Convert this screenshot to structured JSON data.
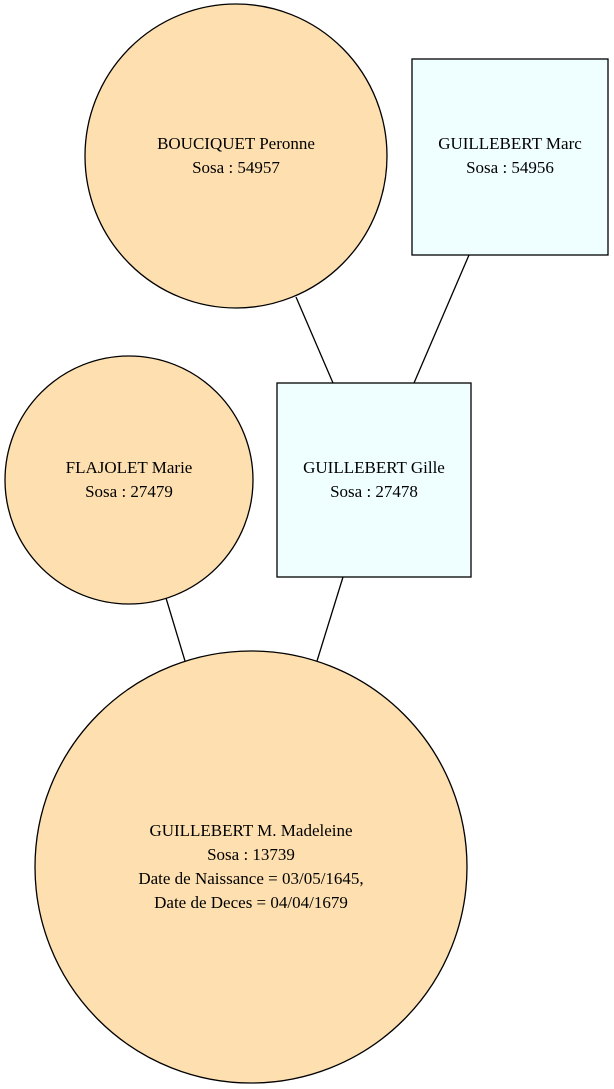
{
  "people": {
    "peronne": {
      "name": "BOUCIQUET Peronne",
      "sosa": "Sosa : 54957"
    },
    "marc": {
      "name": "GUILLEBERT Marc",
      "sosa": "Sosa : 54956"
    },
    "marie": {
      "name": "FLAJOLET Marie",
      "sosa": "Sosa : 27479"
    },
    "gille": {
      "name": "GUILLEBERT Gille",
      "sosa": "Sosa : 27478"
    },
    "madeleine": {
      "name": "GUILLEBERT M. Madeleine",
      "sosa": "Sosa : 13739",
      "birth": "Date de Naissance = 03/05/1645,",
      "death": "Date de Deces = 04/04/1679"
    }
  },
  "colors": {
    "female_fill": "#fddfb0",
    "male_fill": "#effeff",
    "stroke": "#000000"
  }
}
